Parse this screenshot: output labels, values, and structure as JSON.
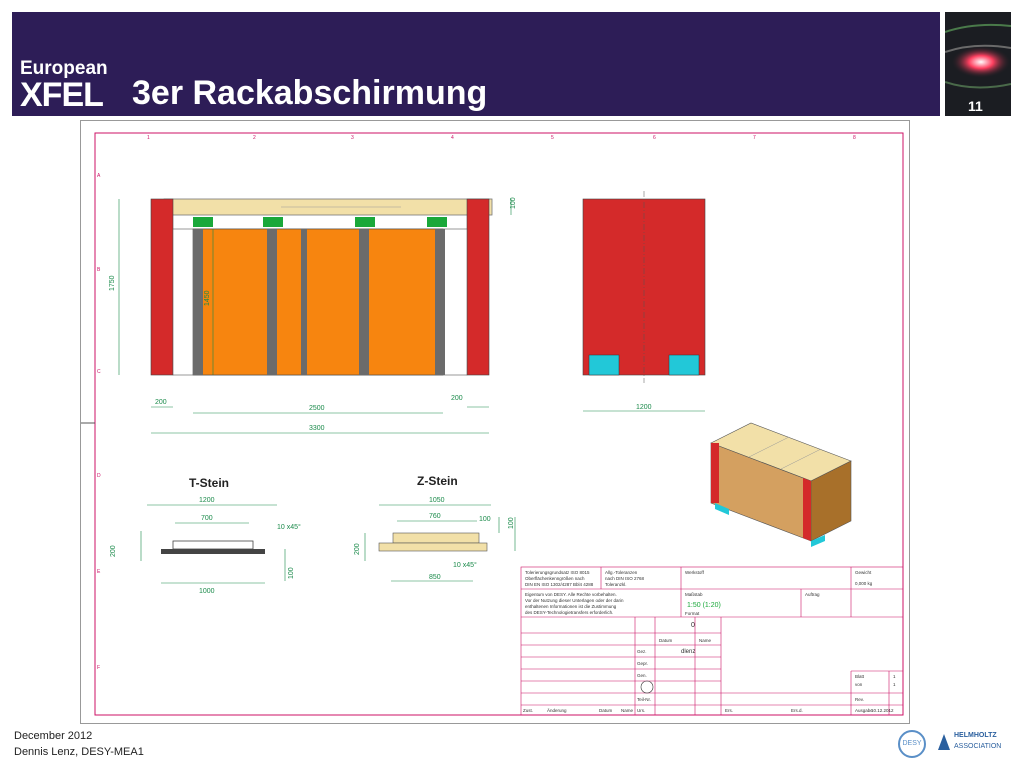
{
  "slide": {
    "title": "3er Rackabschirmung",
    "page_number": "11",
    "logo": {
      "line1": "European",
      "line2": "XFEL"
    },
    "footer": {
      "date": "December 2012",
      "author": "Dennis Lenz, DESY-MEA1"
    },
    "partner_logos": {
      "desy": "DESY",
      "helmholtz_name": "HELMHOLTZ",
      "helmholtz_sub": "ASSOCIATION"
    }
  },
  "drawing": {
    "grid_columns": [
      "1",
      "2",
      "3",
      "4",
      "5",
      "6",
      "7",
      "8"
    ],
    "grid_rows": [
      "A",
      "B",
      "C",
      "D",
      "E",
      "F"
    ],
    "front_view": {
      "dim_height_total": "1750",
      "dim_height_inner": "1450",
      "dim_roof": "100",
      "dim_wall_left": "200",
      "dim_wall_right": "200",
      "dim_inner_width": "2500",
      "dim_total_width": "3300"
    },
    "side_view": {
      "dim_width": "1200"
    },
    "t_stein": {
      "title": "T-Stein",
      "dim_top": "1200",
      "dim_mid": "700",
      "dim_bottom": "1000",
      "dim_chamfer": "10 x45°",
      "dim_h1": "200",
      "dim_h2": "100"
    },
    "z_stein": {
      "title": "Z-Stein",
      "dim_top": "1050",
      "dim_mid": "760",
      "dim_bottom": "850",
      "dim_chamfer": "10 x45°",
      "dim_h1": "200",
      "dim_h2": "100",
      "dim_h3": "100"
    },
    "title_block": {
      "tolerance_title": "Tolerierungsgrundsatz ISO 8015",
      "tolerance_line2": "Oberflächenkenngrößen nach",
      "tolerance_line3": "DIN EN ISO 1302/4287 Bbl4 4288",
      "general_tol_title": "Allg.-Toleranzen",
      "general_tol_line2": "nach DIN ISO 2768",
      "general_tol_line3": "Toleranzkl.",
      "material_label": "Werkstoff",
      "weight_label": "Gewicht",
      "weight_value": "0,000 kg",
      "ownership_line1": "Eigentum von DESY. Alle Rechte vorbehalten.",
      "ownership_line2": "Vor der Nutzung dieser Unterlagen oder der darin",
      "ownership_line3": "enthaltenen Informationen ist die Zustimmung",
      "ownership_line4": "des DESY-Technologietransfers erforderlich.",
      "scale_label": "Maßstab",
      "scale_value": "1:50 (1:20)",
      "format_label": "Format",
      "format_value": "0",
      "drawn_label": "Gez.",
      "drawn_value": "dlenz",
      "checked_label": "Gepr.",
      "norm_label": "Gen.",
      "date_header": "Datum",
      "name_header": "Name",
      "zust_label": "Zust.",
      "aenderung_label": "Änderung",
      "datum_label": "Datum",
      "name_label": "Name",
      "urs_label": "Urs.",
      "ers_label": "Ers.",
      "ersd_label": "Ers.d.",
      "auftrag_label": "Auftrag",
      "teil_label": "Teil-Nr.",
      "blatt_label": "Blatt",
      "blatt_value": "1",
      "blatt_von_label": "von",
      "blatt_von_value": "1",
      "rev_label": "Rev.",
      "ausgabe_label": "Ausgabe",
      "ausgabe_value": "10.12.2012"
    }
  }
}
